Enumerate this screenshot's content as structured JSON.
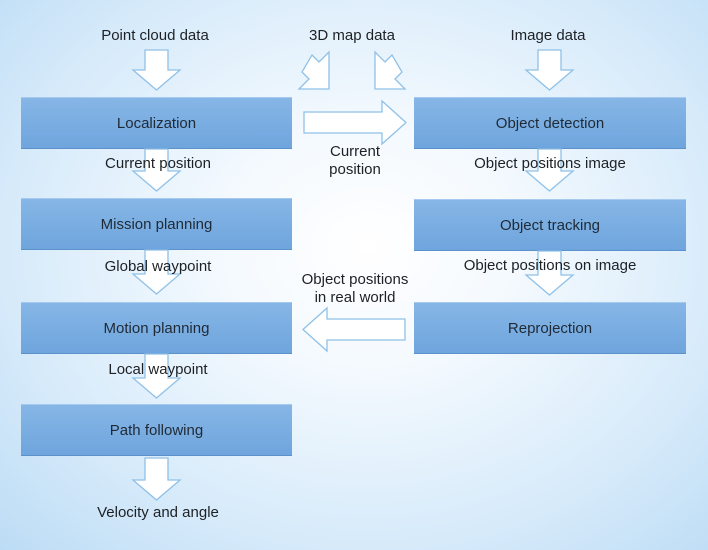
{
  "inputs": {
    "point_cloud": "Point cloud data",
    "map_data": "3D map data",
    "image_data": "Image data"
  },
  "left_chain": {
    "localization": "Localization",
    "current_position": "Current position",
    "mission_planning": "Mission planning",
    "global_waypoint": "Global waypoint",
    "motion_planning": "Motion planning",
    "local_waypoint": "Local waypoint",
    "path_following": "Path following",
    "output": "Velocity and angle"
  },
  "right_chain": {
    "object_detection": "Object detection",
    "object_positions_image": "Object positions image",
    "object_tracking": "Object tracking",
    "object_positions_on_image": "Object positions on image",
    "reprojection": "Reprojection"
  },
  "cross_links": {
    "current_position_line1": "Current",
    "current_position_line2": "position",
    "object_positions_world_line1": "Object positions",
    "object_positions_world_line2": "in real world"
  }
}
